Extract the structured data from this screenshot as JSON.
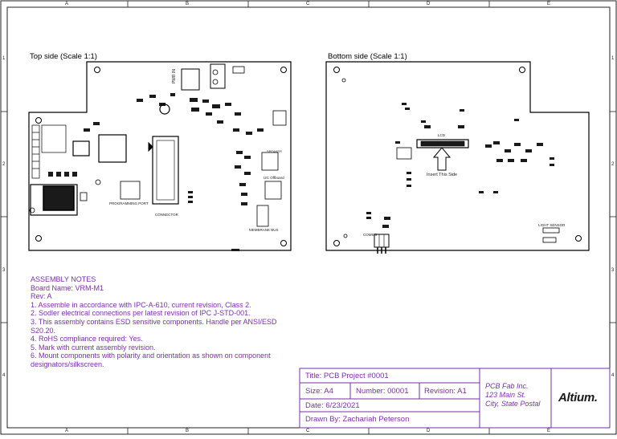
{
  "zones": {
    "columns": [
      "A",
      "B",
      "C",
      "D",
      "E"
    ],
    "rows": [
      "1",
      "2",
      "3",
      "4"
    ]
  },
  "views": {
    "top": "Top side (Scale 1:1)",
    "bottom": "Bottom side (Scale 1:1)"
  },
  "board_labels": {
    "pwr_in": "PWR IN",
    "programming_port": "PROGRAMMING PORT",
    "connector": "CONNECTOR",
    "membrane_bus": "MEMBRANE BUS",
    "i2c_offboard": "I2C Offboard",
    "speaker": "SPEAKER",
    "insert_this_side": "Insert This Side",
    "light_sensor": "LIGHT SENSOR",
    "comms": "COMMS",
    "lcd": "LCD"
  },
  "notes": {
    "heading": "ASSEMBLY NOTES",
    "board_name": "Board Name: VRM-M1",
    "rev": "Rev: A",
    "items": [
      "1. Assemble in accordance with IPC-A-610, current revision, Class 2.",
      "2. Sodler electrical connections per latest revision of IPC J-STD-001.",
      "3. This assembly contains ESD sensitive components. Handle per ANSI/ESD S20.20.",
      "4. RoHS compliance required: Yes.",
      "5. Mark with current assembly revision.",
      "6. Mount components with polarity and orientation as shown on component designators/silkscreen."
    ]
  },
  "title_block": {
    "title": "Title: PCB Project #0001",
    "size": "Size: A4",
    "number": "Number: 00001",
    "revision": "Revision: A1",
    "date": "Date: 6/23/2021",
    "drawn_by": "Drawn By: Zachariah Peterson",
    "company": [
      "PCB Fab Inc.",
      "123 Main St.",
      "City, State Postal"
    ],
    "logo": "Altium."
  },
  "colors": {
    "frame": "#222222",
    "notes_text": "#7a2fb0",
    "title_block_border": "#7a2fb0",
    "board_outline": "#000000",
    "components": "#1a1a1a"
  }
}
